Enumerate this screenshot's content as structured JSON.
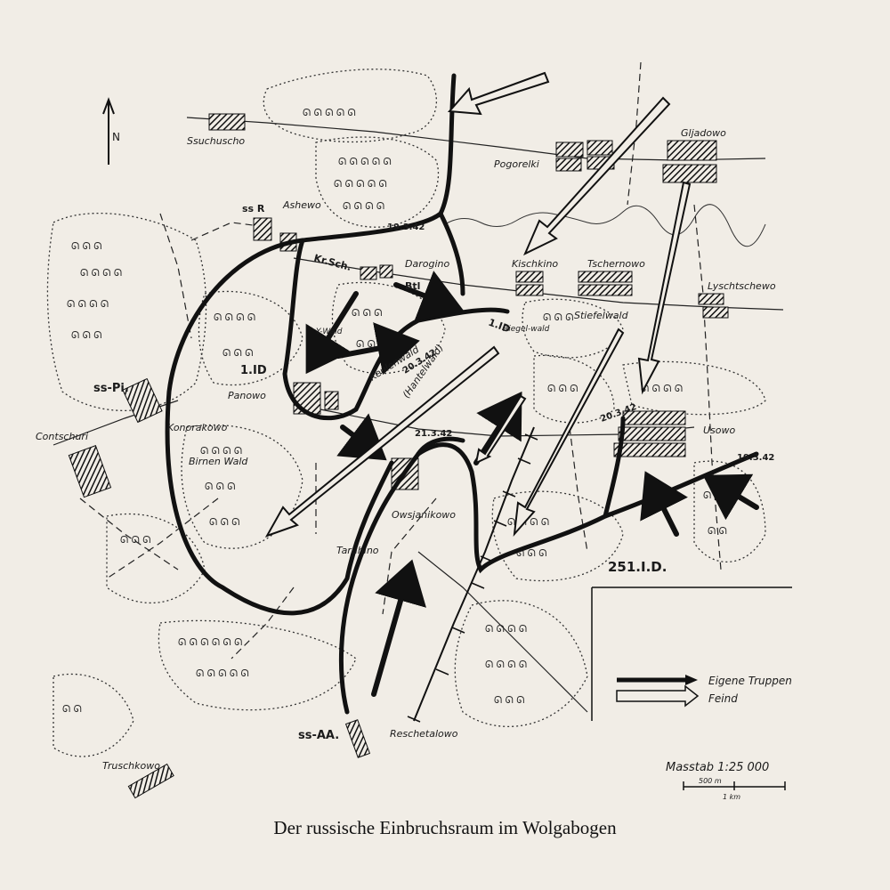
{
  "caption": "Der russische Einbruchsraum im Wolgabogen",
  "legend": {
    "own_troops": "Eigene Truppen",
    "enemy": "Feind"
  },
  "scale": {
    "label": "Masstab 1:25 000",
    "tick_500": "500 m",
    "tick_1km": "1 km"
  },
  "places": {
    "ssuchuscho": "Ssuchuscho",
    "pogorelki": "Pogorelki",
    "gliadowo": "Gljadowo",
    "ashewo": "Ashewo",
    "kischkino": "Kischkino",
    "tschernowo": "Tschernowo",
    "lyschtschewo": "Lyschtschewo",
    "darogino": "Darogino",
    "stiefelwald": "Stiefelwald",
    "riegel_wald": "Riegel-wald",
    "y_wald": "Y-Wald",
    "panowo": "Panowo",
    "konorakowo": "Konorakowo",
    "contschuri": "Contschuri",
    "birnen_wald": "Birnen Wald",
    "keulenwald": "Keulenwald",
    "hantelwald": "(Hantelwald)",
    "usowo": "Usowo",
    "owsjanikowo": "Owsjanikowo",
    "taruhino": "Taruhino",
    "reschetalowo": "Reschetalowo",
    "truschkowo": "Truschkowo"
  },
  "units": {
    "ss_r": "ss R",
    "kr_sch": "Kr.Sch.",
    "btl": "Btl",
    "id_1": "1.ID",
    "id_panowo": "1.ID",
    "ss_pi": "ss-Pi.",
    "ss_aa": "ss-AA.",
    "id_251": "251.I.D."
  },
  "dates": {
    "d1": "19.3.42",
    "d2": "20.3.42",
    "d3": "21.3.42",
    "d4": "20.3.42",
    "d5": "19.3.42"
  },
  "colors": {
    "paper": "#f1ede6",
    "ink": "#1a1a1a",
    "bg_text": "#b8b2a8"
  }
}
